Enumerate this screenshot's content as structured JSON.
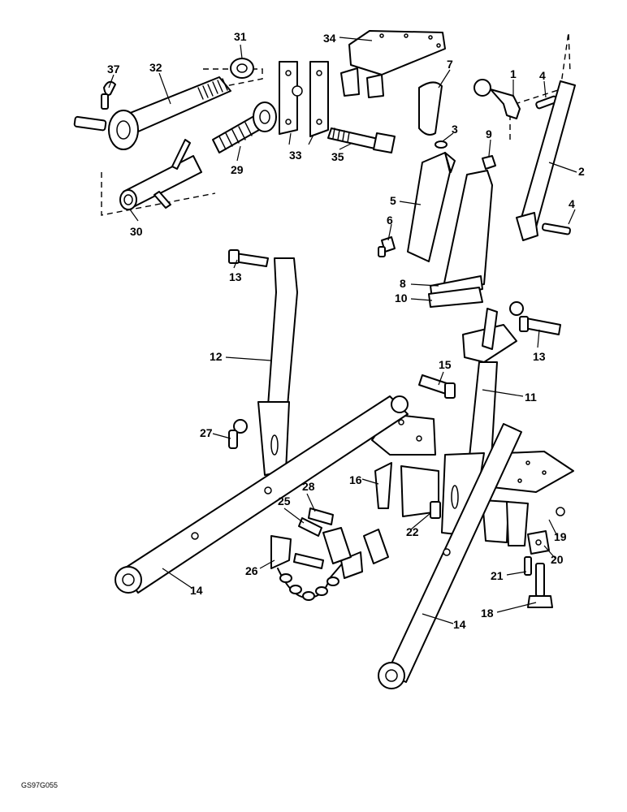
{
  "diagram": {
    "reference_code": "GS97G055",
    "callouts": [
      "31",
      "34",
      "37",
      "32",
      "7",
      "1",
      "4",
      "3",
      "9",
      "2",
      "29",
      "33",
      "35",
      "5",
      "4",
      "30",
      "6",
      "13",
      "8",
      "10",
      "13",
      "12",
      "15",
      "11",
      "27",
      "16",
      "28",
      "25",
      "22",
      "19",
      "26",
      "14",
      "20",
      "21",
      "18",
      "14"
    ]
  }
}
